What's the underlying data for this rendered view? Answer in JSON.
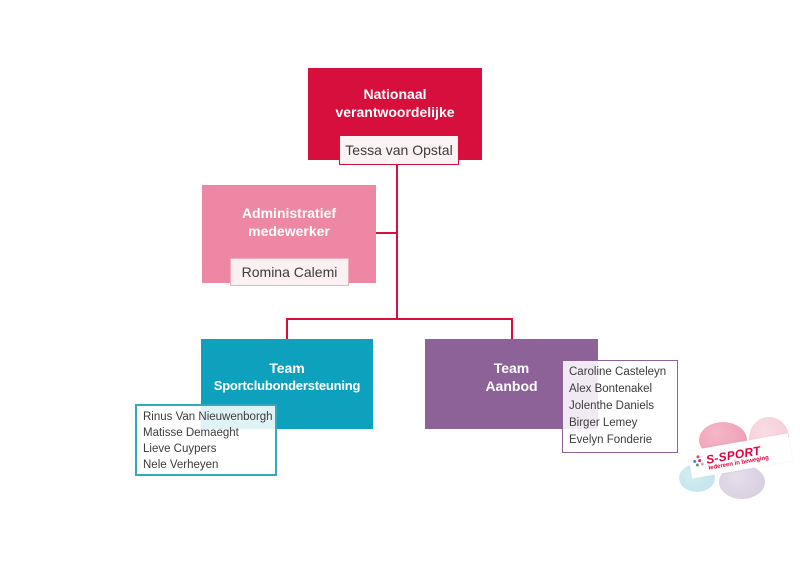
{
  "org_chart": {
    "connector_color": "#D60F3C",
    "text_color": "#3F3A3C",
    "national": {
      "role_line1": "Nationaal",
      "role_line2": "verantwoordelijke",
      "person": "Tessa van Opstal",
      "box_color": "#D60F3C"
    },
    "admin": {
      "role_line1": "Administratief",
      "role_line2": "medewerker",
      "person": "Romina Calemi",
      "box_color": "#EE87A3"
    },
    "team_sportclub": {
      "role_line1": "Team",
      "role_line2": "Sportclubondersteuning",
      "box_color": "#0DA1BE",
      "members": [
        "Rinus Van Nieuwenborgh",
        "Matisse Demaeght",
        "Lieve Cuypers",
        "Nele Verheyen"
      ]
    },
    "team_aanbod": {
      "role_line1": "Team",
      "role_line2": "Aanbod",
      "box_color": "#8C6299",
      "members": [
        "Caroline Casteleyn",
        "Alex Bontenakel",
        "Jolenthe Daniels",
        "Birger Lemey",
        "Evelyn Fonderie"
      ]
    }
  },
  "logo": {
    "brand": "S-SPORT",
    "tagline": "Iedereen in beweging",
    "brand_color": "#E2003F",
    "blob_colors": [
      "#EE9BB1",
      "#F4C6D3",
      "#BDE3EA",
      "#D5CADE"
    ]
  }
}
